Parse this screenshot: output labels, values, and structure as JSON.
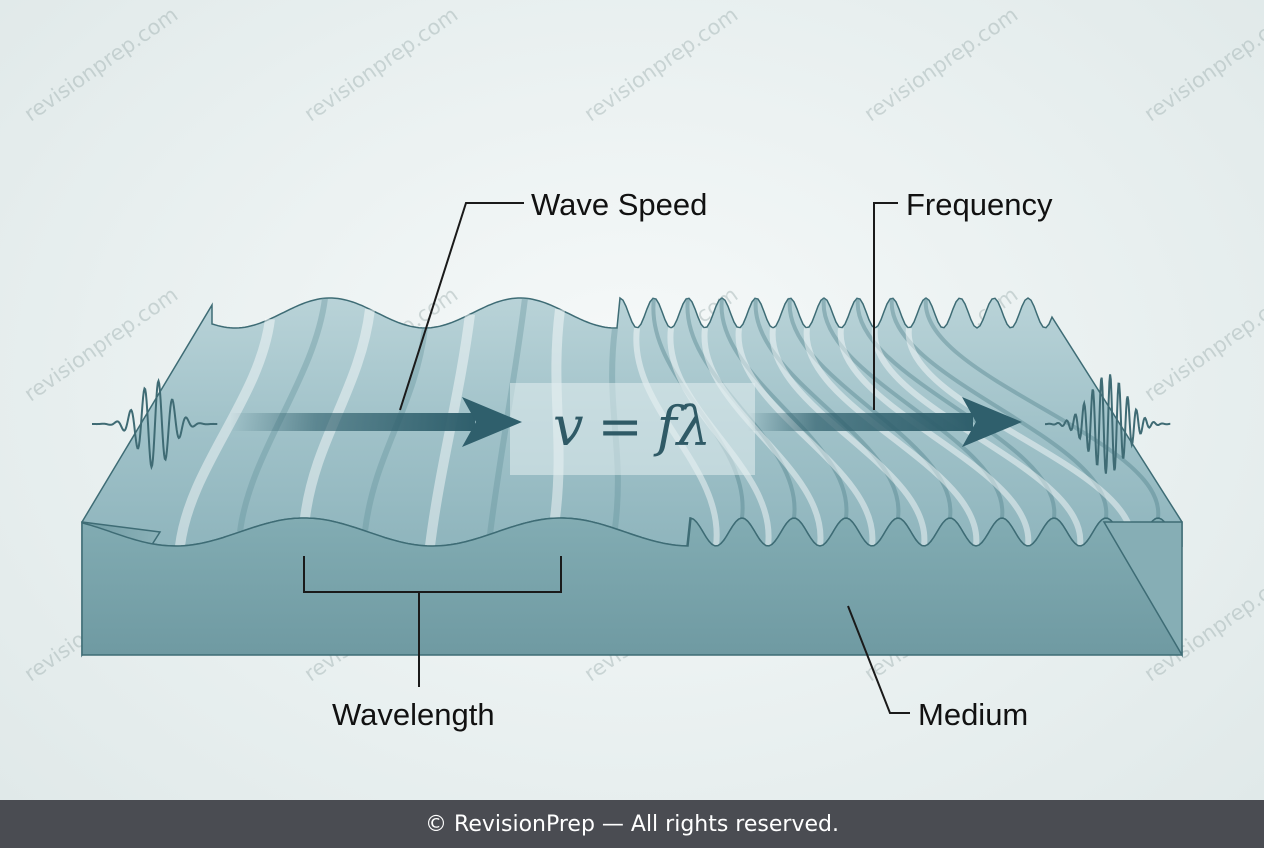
{
  "labels": {
    "wave_speed": "Wave Speed",
    "frequency": "Frequency",
    "wavelength": "Wavelength",
    "medium": "Medium"
  },
  "formula": {
    "v": "v",
    "equals": "=",
    "f": "f",
    "lambda": "λ"
  },
  "watermark": "revisionprep.com",
  "footer": "© RevisionPrep — All rights reserved.",
  "colors": {
    "medium_top": "#a9c7cd",
    "medium_front": "#7aa5ac",
    "arrow": "#2f5f6c",
    "outline": "#3e6c75",
    "footer_bg": "#4a4c52"
  }
}
